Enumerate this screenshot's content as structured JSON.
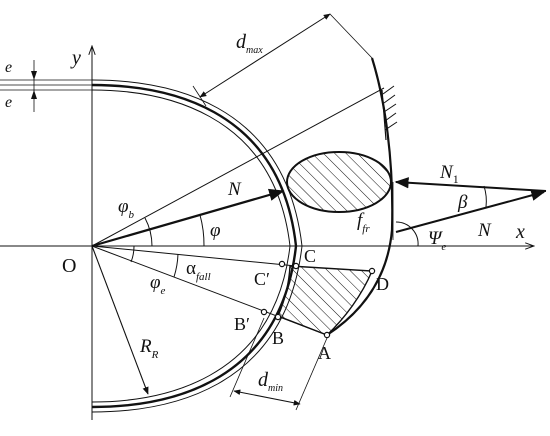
{
  "labels": {
    "e_top": "e",
    "e_bottom": "e",
    "y_axis": "y",
    "x_axis": "x",
    "origin": "O",
    "d_max": "d",
    "d_max_sub": "max",
    "d_min": "d",
    "d_min_sub": "min",
    "phi_b": "φ",
    "phi_b_sub": "b",
    "phi": "φ",
    "phi_e": "φ",
    "phi_e_sub": "e",
    "alpha": "α",
    "alpha_sub": "fall",
    "N_inner": "N",
    "N_outer": "N",
    "N1": "N",
    "N1_sub": "1",
    "beta": "β",
    "f_fr": "f",
    "f_fr_sub": "fr",
    "psi": "Ψ",
    "psi_sub": "e",
    "R_R": "R",
    "R_R_sub": "R",
    "point_A": "A",
    "point_B": "B",
    "point_B_prime": "B′",
    "point_C": "C",
    "point_C_prime": "C′",
    "point_D": "D"
  },
  "colors": {
    "ink": "#111111",
    "background": "#ffffff"
  }
}
